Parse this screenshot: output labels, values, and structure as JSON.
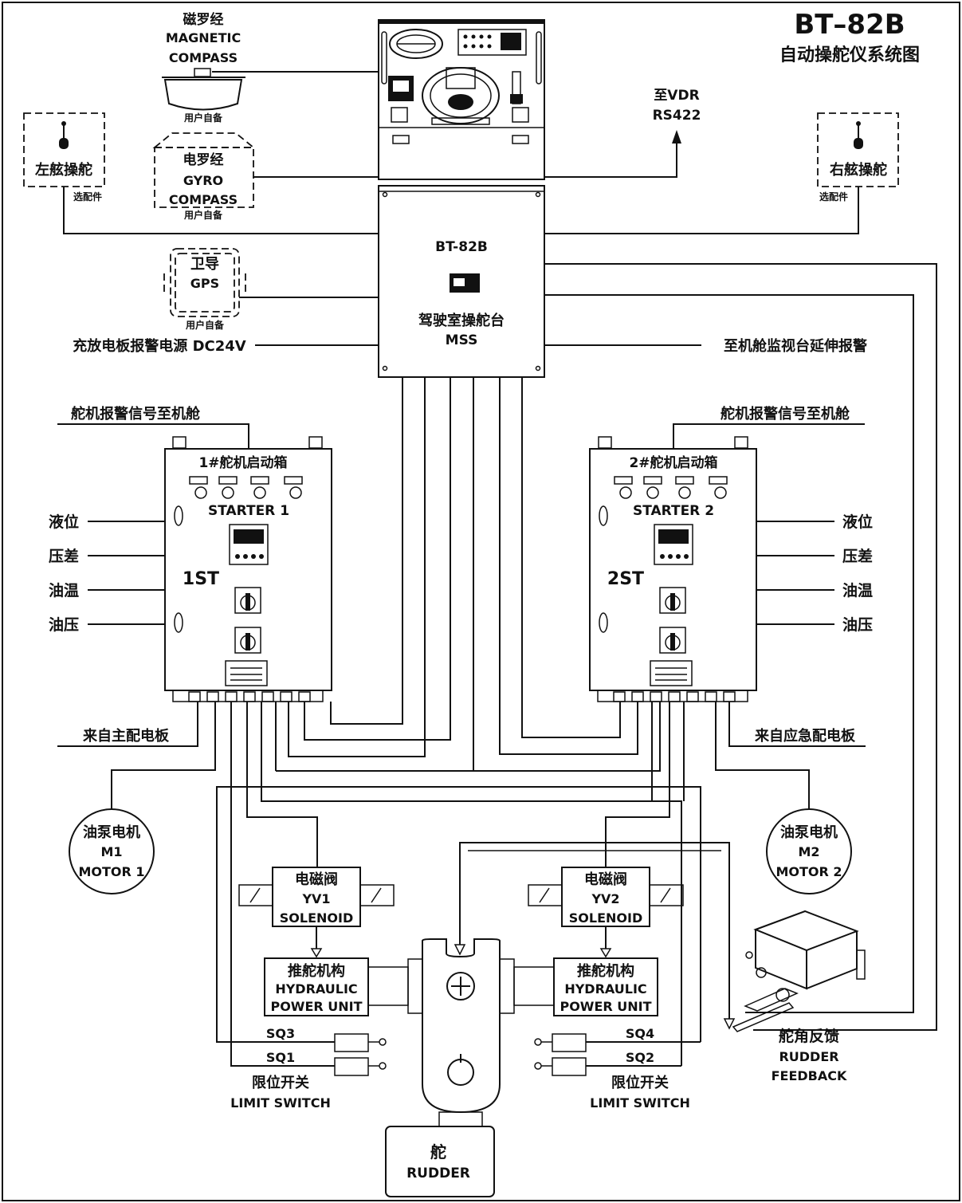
{
  "title": {
    "model": "BT–82B",
    "subtitle": "自动操舵仪系统图"
  },
  "console": {
    "model": "BT-82B",
    "name_cn": "驾驶室操舵台",
    "name_en": "MSS"
  },
  "magnetic_compass": {
    "cn": "磁罗经",
    "en1": "MAGNETIC",
    "en2": "COMPASS",
    "note": "用户自备"
  },
  "gyro_compass": {
    "cn": "电罗经",
    "en1": "GYRO",
    "en2": "COMPASS",
    "note": "用户自备"
  },
  "gps": {
    "cn": "卫导",
    "en": "GPS",
    "note": "用户自备"
  },
  "left_wing": {
    "label": "左舷操舵",
    "note": "选配件"
  },
  "right_wing": {
    "label": "右舷操舵",
    "note": "选配件"
  },
  "vdr": {
    "line1": "至VDR",
    "line2": "RS422"
  },
  "power_alarm": "充放电板报警电源 DC24V",
  "engine_alarm_ext": "至机舱监视台延伸报警",
  "alarm_to_engine_left": "舵机报警信号至机舱",
  "alarm_to_engine_right": "舵机报警信号至机舱",
  "starter1": {
    "title": "1#舵机启动箱",
    "en": "STARTER 1",
    "code": "1ST"
  },
  "starter2": {
    "title": "2#舵机启动箱",
    "en": "STARTER 2",
    "code": "2ST"
  },
  "sensors_left": [
    "液位",
    "压差",
    "油温",
    "油压"
  ],
  "sensors_right": [
    "液位",
    "压差",
    "油温",
    "油压"
  ],
  "main_switchboard": "来自主配电板",
  "emergency_switchboard": "来自应急配电板",
  "motor1": {
    "cn": "油泵电机",
    "code": "M1",
    "en": "MOTOR 1"
  },
  "motor2": {
    "cn": "油泵电机",
    "code": "M2",
    "en": "MOTOR 2"
  },
  "solenoid1": {
    "cn": "电磁阀",
    "code": "YV1",
    "en": "SOLENOID"
  },
  "solenoid2": {
    "cn": "电磁阀",
    "code": "YV2",
    "en": "SOLENOID"
  },
  "hpu1": {
    "cn": "推舵机构",
    "en1": "HYDRAULIC",
    "en2": "POWER UNIT"
  },
  "hpu2": {
    "cn": "推舵机构",
    "en1": "HYDRAULIC",
    "en2": "POWER UNIT"
  },
  "limit_left": {
    "sq_a": "SQ3",
    "sq_b": "SQ1",
    "cn": "限位开关",
    "en": "LIMIT SWITCH"
  },
  "limit_right": {
    "sq_a": "SQ4",
    "sq_b": "SQ2",
    "cn": "限位开关",
    "en": "LIMIT SWITCH"
  },
  "rudder": {
    "cn": "舵",
    "en": "RUDDER"
  },
  "feedback": {
    "cn": "舵角反馈",
    "en1": "RUDDER",
    "en2": "FEEDBACK"
  }
}
